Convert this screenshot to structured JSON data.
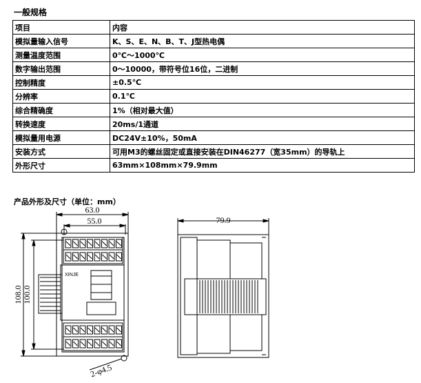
{
  "section_title": "一般规格",
  "table": {
    "header": [
      "项目",
      "内容"
    ],
    "rows": [
      [
        "模拟量输入信号",
        "K、S、E、N、B、T、J型热电偶"
      ],
      [
        "测量温度范围",
        "0℃～1000℃"
      ],
      [
        "数字输出范围",
        "0～10000，带符号位16位，二进制"
      ],
      [
        "控制精度",
        "±0.5℃"
      ],
      [
        "分辨率",
        "0.1℃"
      ],
      [
        "综合精确度",
        "1%（相对最大值）"
      ],
      [
        "转换速度",
        "20ms/1通道"
      ],
      [
        "模拟量用电源",
        "DC24V±10%，50mA"
      ],
      [
        "安装方式",
        "可用M3的螺丝固定或直接安装在DIN46277（宽35mm）的导轨上"
      ],
      [
        "外形尺寸",
        "63mm×108mm×79.9mm"
      ]
    ]
  },
  "dimension_title": "产品外形及尺寸（单位：mm）",
  "front_view": {
    "dim_width_outer": "63.0",
    "dim_width_inner": "55.0",
    "dim_height_outer": "108.0",
    "dim_height_inner": "100.0",
    "dim_hole": "2-φ4.5",
    "brand": "XINJE"
  },
  "side_view": {
    "dim_depth": "79.9"
  }
}
